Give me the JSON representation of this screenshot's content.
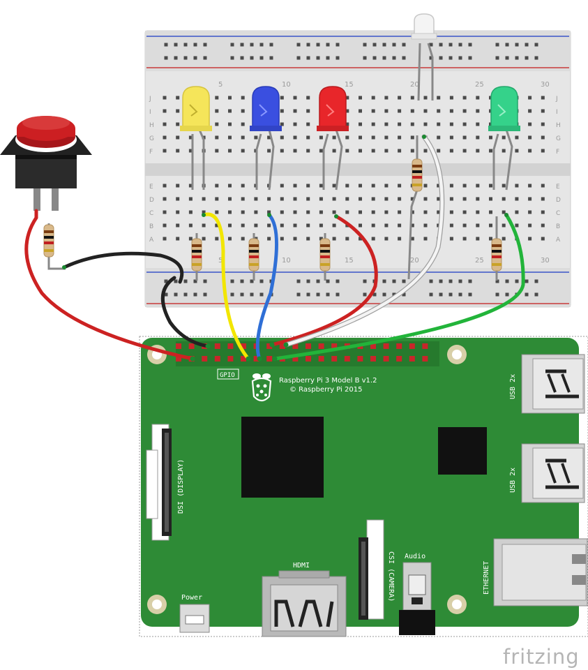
{
  "breadboard": {
    "column_numbers": [
      "5",
      "10",
      "15",
      "20",
      "25",
      "30"
    ],
    "row_letters_top": [
      "J",
      "I",
      "H",
      "G",
      "F"
    ],
    "row_letters_bottom": [
      "E",
      "D",
      "C",
      "B",
      "A"
    ]
  },
  "board": {
    "model": "Raspberry Pi 3 Model B v1.2",
    "copyright": "© Raspberry Pi 2015",
    "gpio_label": "GPIO",
    "display_label": "DSI (DISPLAY)",
    "camera_label": "CSI (CAMERA)",
    "hdmi_label": "HDMI",
    "audio_label": "Audio",
    "power_label": "Power",
    "usb_label_1": "USB 2x",
    "usb_label_2": "USB 2x",
    "ethernet_label": "ETHERNET"
  },
  "watermark": {
    "text": "fritzing"
  },
  "colors": {
    "board_green": "#2e8b36",
    "wire_red": "#cc2222",
    "wire_black": "#222222",
    "wire_yellow": "#f2e600",
    "wire_blue": "#2f6fd6",
    "wire_white": "#f4f4f4",
    "wire_green": "#22b43a",
    "led_yellow": "#f5e55a",
    "led_blue": "#3a4fe0",
    "led_red": "#e8262a",
    "led_green": "#35d28a",
    "led_white": "#f4f4f4",
    "button_red": "#cc1f22"
  },
  "components": [
    "push-button",
    "led-yellow",
    "led-blue",
    "led-red",
    "led-white",
    "led-green"
  ]
}
